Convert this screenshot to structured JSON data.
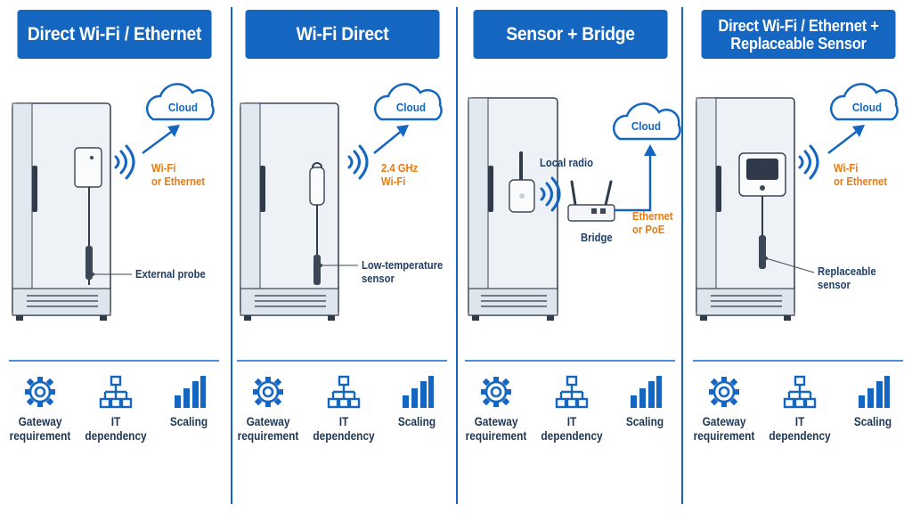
{
  "panels": [
    {
      "title_lines": [
        "Direct Wi-Fi / Ethernet"
      ],
      "cloud": "Cloud",
      "link_label": [
        "Wi-Fi",
        "or Ethernet"
      ],
      "probe_label": [
        "External probe"
      ],
      "footer": [
        {
          "icon": "gear-icon",
          "label": [
            "Gateway",
            "requirement"
          ]
        },
        {
          "icon": "network-hierarchy-icon",
          "label": [
            "IT",
            "dependency"
          ]
        },
        {
          "icon": "bar-chart-icon",
          "label": [
            "Scaling"
          ]
        }
      ]
    },
    {
      "title_lines": [
        "Wi-Fi Direct"
      ],
      "cloud": "Cloud",
      "link_label": [
        "2.4 GHz",
        "Wi-Fi"
      ],
      "probe_label": [
        "Low-temperature",
        "sensor"
      ],
      "footer": [
        {
          "icon": "gear-icon",
          "label": [
            "Gateway",
            "requirement"
          ]
        },
        {
          "icon": "network-hierarchy-icon",
          "label": [
            "IT",
            "dependency"
          ]
        },
        {
          "icon": "bar-chart-icon",
          "label": [
            "Scaling"
          ]
        }
      ]
    },
    {
      "title_lines": [
        "Sensor + Bridge"
      ],
      "cloud": "Cloud",
      "radio_label": "Local radio",
      "bridge_label": "Bridge",
      "link_label": [
        "Ethernet",
        "or PoE"
      ],
      "footer": [
        {
          "icon": "gear-icon",
          "label": [
            "Gateway",
            "requirement"
          ]
        },
        {
          "icon": "network-hierarchy-icon",
          "label": [
            "IT",
            "dependency"
          ]
        },
        {
          "icon": "bar-chart-icon",
          "label": [
            "Scaling"
          ]
        }
      ]
    },
    {
      "title_lines": [
        "Direct Wi-Fi / Ethernet +",
        "Replaceable Sensor"
      ],
      "cloud": "Cloud",
      "link_label": [
        "Wi-Fi",
        "or Ethernet"
      ],
      "probe_label": [
        "Replaceable",
        "sensor"
      ],
      "footer": [
        {
          "icon": "gear-icon",
          "label": [
            "Gateway",
            "requirement"
          ]
        },
        {
          "icon": "network-hierarchy-icon",
          "label": [
            "IT",
            "dependency"
          ]
        },
        {
          "icon": "bar-chart-icon",
          "label": [
            "Scaling"
          ]
        }
      ]
    }
  ]
}
